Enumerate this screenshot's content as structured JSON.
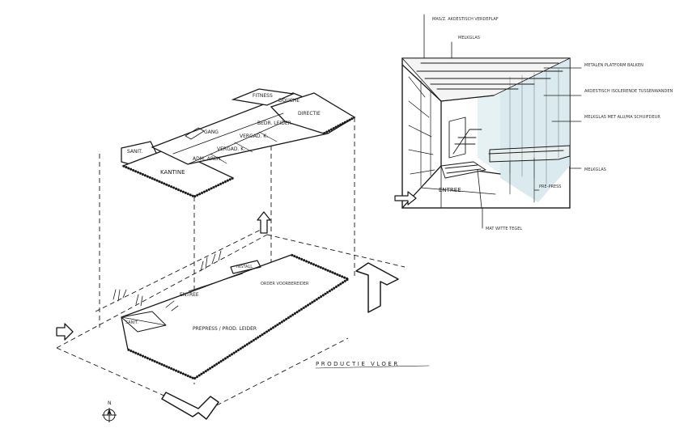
{
  "axonometric": {
    "upper_floor": {
      "rooms": [
        "FITNESS",
        "DOUCHE",
        "DIRECTIE",
        "BEDR. LEIDER",
        "GANG",
        "VERGAD. K.",
        "VERGAD. K.",
        "SANIT.",
        "ADM. ARCH.",
        "KANTINE"
      ]
    },
    "ground_floor": {
      "rooms": [
        "INSTALL",
        "ORDER VOORBEREIDER",
        "ENTREE",
        "SANIT.",
        "PREPRESS / PROD. LEIDER"
      ]
    },
    "caption": "PRODUCTIE VLOER"
  },
  "perspective": {
    "callouts": [
      "MAS/Z. AKOESTISCH VERDEPLAF",
      "MELKGLAS",
      "METALEN PLATFORM BALKEN",
      "AKOESTISCH ISOLERENDE TUSSENWANDEN",
      "MELKGLAS MET ALU/MA SCHUIFDEUR",
      "MELKGLAS",
      "PRE-PRESS",
      "MAT WITTE TEGEL"
    ],
    "entrance_label": "ENTREE"
  },
  "compass": {
    "north_label": "N"
  }
}
